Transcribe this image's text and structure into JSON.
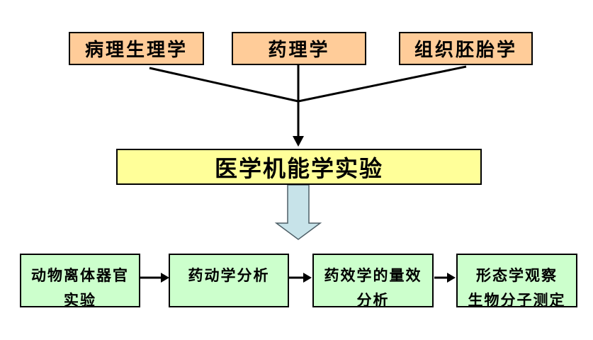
{
  "diagram": {
    "top_row": [
      {
        "label": "病理生理学"
      },
      {
        "label": "药理学"
      },
      {
        "label": "组织胚胎学"
      }
    ],
    "center_box": {
      "label": "医学机能学实验"
    },
    "bottom_row": [
      {
        "line1": "动物离体器官",
        "line2": "实验"
      },
      {
        "line1": "药动学分析",
        "line2": ""
      },
      {
        "line1": "药效学的量效",
        "line2": "分析"
      },
      {
        "line1": "形态学观察",
        "line2": "生物分子测定"
      }
    ],
    "colors": {
      "background": "#FFFFFF",
      "top_box_fill": "#FFCC99",
      "center_box_fill": "#FFFF99",
      "bottom_box_fill": "#CCFFCC",
      "box_border": "#000000",
      "connector": "#000000",
      "block_arrow_fill": "#C7E3E9",
      "block_arrow_border": "#4D5E66"
    }
  }
}
